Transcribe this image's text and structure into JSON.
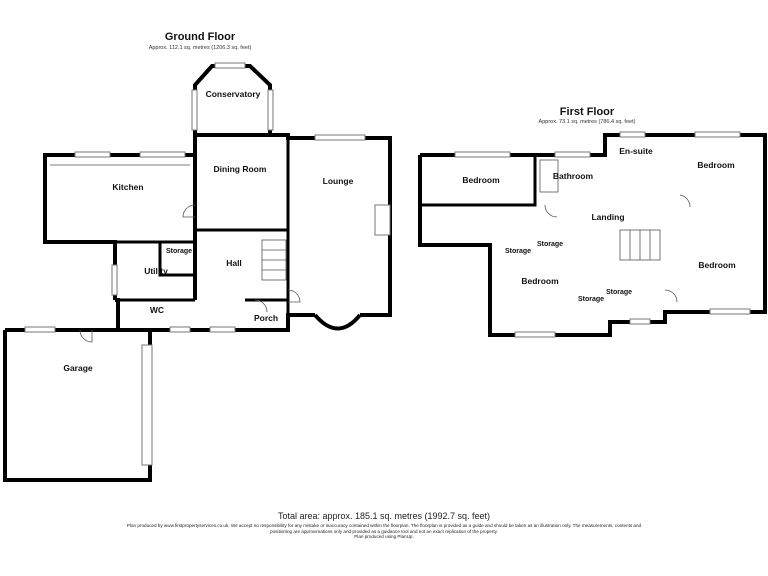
{
  "ground_floor": {
    "title": "Ground Floor",
    "area": "Approx. 112.1 sq. metres (1206.3 sq. feet)",
    "rooms": [
      "Conservatory",
      "Dining Room",
      "Kitchen",
      "Lounge",
      "Storage",
      "Utility",
      "Hall",
      "WC",
      "Porch",
      "Garage"
    ]
  },
  "first_floor": {
    "title": "First Floor",
    "area": "Approx. 73.1 sq. metres (786.4 sq. feet)",
    "rooms": [
      "En-suite",
      "Bedroom",
      "Bathroom",
      "Bedroom",
      "Landing",
      "Storage",
      "Storage",
      "Bedroom",
      "Bedroom",
      "Storage",
      "Storage"
    ]
  },
  "footer": {
    "total": "Total area: approx. 185.1 sq. metres (1992.7 sq. feet)",
    "disclaimer": "Plan produced by www.firstpropertyservices.co.uk. We accept no responsibility for any mistake or inaccuracy contained within the floorplan. The floorplan is provided as a guide and should be taken as an illustration only. The measurements, contents and positioning are approximations only and provided as a guidance tool and not an exact replication of the property.",
    "credit": "Plan produced using PlanUp."
  }
}
